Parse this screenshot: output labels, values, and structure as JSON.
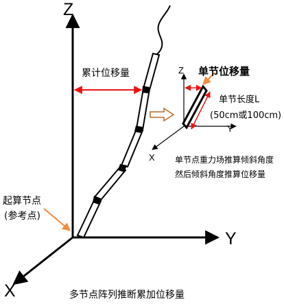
{
  "axes": {
    "z": "Z",
    "y": "Y",
    "x": "X"
  },
  "small_axes": {
    "z": "Z",
    "y": "Y",
    "x": "X"
  },
  "labels": {
    "cumulative_displacement": "累计位移量",
    "node_displacement": "单节位移量",
    "node_length_line1": "单节长度L",
    "node_length_line2": "(50cm或100cm)",
    "calc_line1": "单节点重力场推算倾斜角度",
    "calc_line2": "然后倾斜角度推算位移量",
    "start_node_line1": "起算节点",
    "start_node_line2": "(参考点)",
    "caption": "多节点阵列推断累加位移量"
  },
  "colors": {
    "arrow_red": "#ee1111",
    "arrow_orange": "#f08a3c",
    "hollow_arrow": "#b66a2a",
    "line": "#000000",
    "joint": "#000000"
  }
}
